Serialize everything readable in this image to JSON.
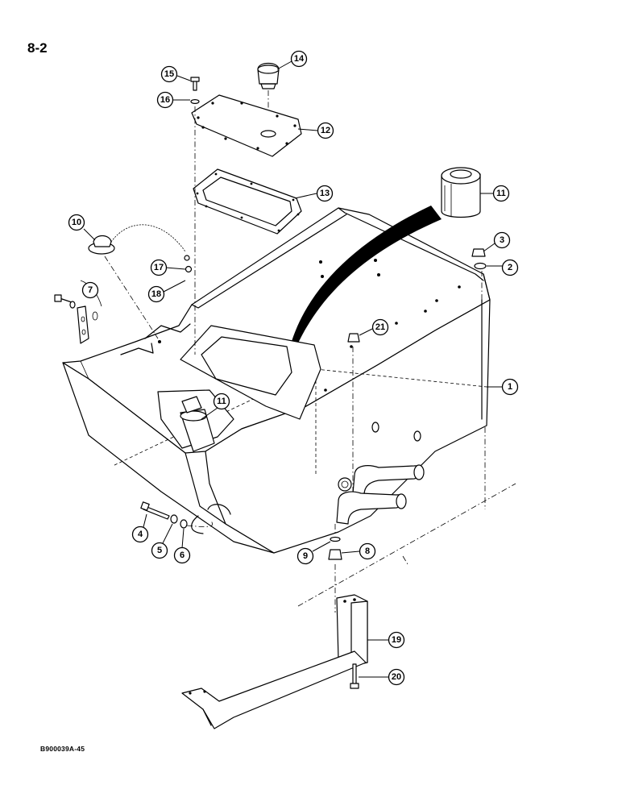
{
  "page_label": "8-2",
  "figure_code": "B900039A-45",
  "callouts": {
    "c1": "1",
    "c2": "2",
    "c3": "3",
    "c4": "4",
    "c5": "5",
    "c6": "6",
    "c7": "7",
    "c8": "8",
    "c9": "9",
    "c10": "10",
    "c11a": "11",
    "c11b": "11",
    "c12": "12",
    "c13": "13",
    "c14": "14",
    "c15": "15",
    "c16": "16",
    "c17": "17",
    "c18": "18",
    "c19": "19",
    "c20": "20",
    "c21": "21"
  }
}
